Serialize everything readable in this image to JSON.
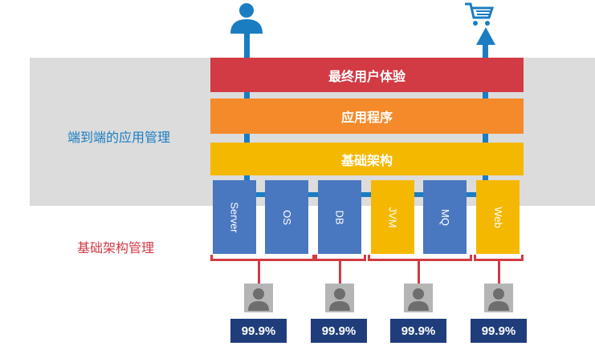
{
  "colors": {
    "ux_layer": "#d23a44",
    "app_layer": "#f58a2a",
    "infra_layer": "#f5b800",
    "blue_component": "#4a78c0",
    "yellow_component": "#f5b800",
    "blue_line": "#1a7dc2",
    "red_bracket": "#d23a44",
    "percent_box": "#1f3d7a",
    "band": "#dcdcdc"
  },
  "layers": {
    "ux": "最终用户体验",
    "app": "应用程序",
    "infra": "基础架构"
  },
  "side_labels": {
    "e2e": "端到端的应用管理",
    "infra": "基础架构管理"
  },
  "components": [
    {
      "label": "Server",
      "color": "blue"
    },
    {
      "label": "OS",
      "color": "blue"
    },
    {
      "label": "DB",
      "color": "blue"
    },
    {
      "label": "JVM",
      "color": "yellow"
    },
    {
      "label": "MQ",
      "color": "blue"
    },
    {
      "label": "Web",
      "color": "yellow"
    }
  ],
  "icons": {
    "top_left": "user-icon",
    "top_right": "shopping-cart-icon",
    "admins": "admin-user-icon"
  },
  "availability": [
    "99.9%",
    "99.9%",
    "99.9%",
    "99.9%"
  ]
}
